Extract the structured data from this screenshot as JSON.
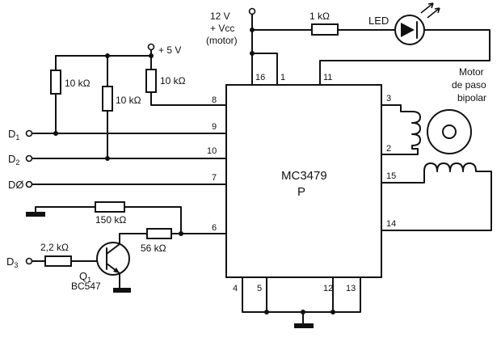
{
  "supply": {
    "motor_voltage": "12 V",
    "motor_vcc": "+ Vcc",
    "motor_note": "(motor)",
    "logic": "+ 5 V"
  },
  "resistors": {
    "r_led": "1 kΩ",
    "r_pullup_d1": "10 kΩ",
    "r_pullup_d2": "10 kΩ",
    "r_pullup_pin8": "10 kΩ",
    "r_150k": "150 kΩ",
    "r_56k": "56 kΩ",
    "r_base": "2,2 kΩ"
  },
  "led": {
    "label": "LED"
  },
  "motor": {
    "line1": "Motor",
    "line2": "de paso",
    "line3": "bipolar"
  },
  "inputs": {
    "d1_main": "D",
    "d1_sub": "1",
    "d2_main": "D",
    "d2_sub": "2",
    "d0_main": "DØ",
    "d3_main": "D",
    "d3_sub": "3"
  },
  "transistor": {
    "q_main": "Q",
    "q_sub": "1",
    "model": "BC547"
  },
  "chip": {
    "name": "MC3479",
    "suffix": "P",
    "pins": {
      "p16": "16",
      "p1": "1",
      "p11": "11",
      "p8": "8",
      "p9": "9",
      "p10": "10",
      "p7": "7",
      "p6": "6",
      "p3": "3",
      "p2": "2",
      "p15": "15",
      "p14": "14",
      "p4": "4",
      "p5": "5",
      "p12": "12",
      "p13": "13"
    }
  }
}
